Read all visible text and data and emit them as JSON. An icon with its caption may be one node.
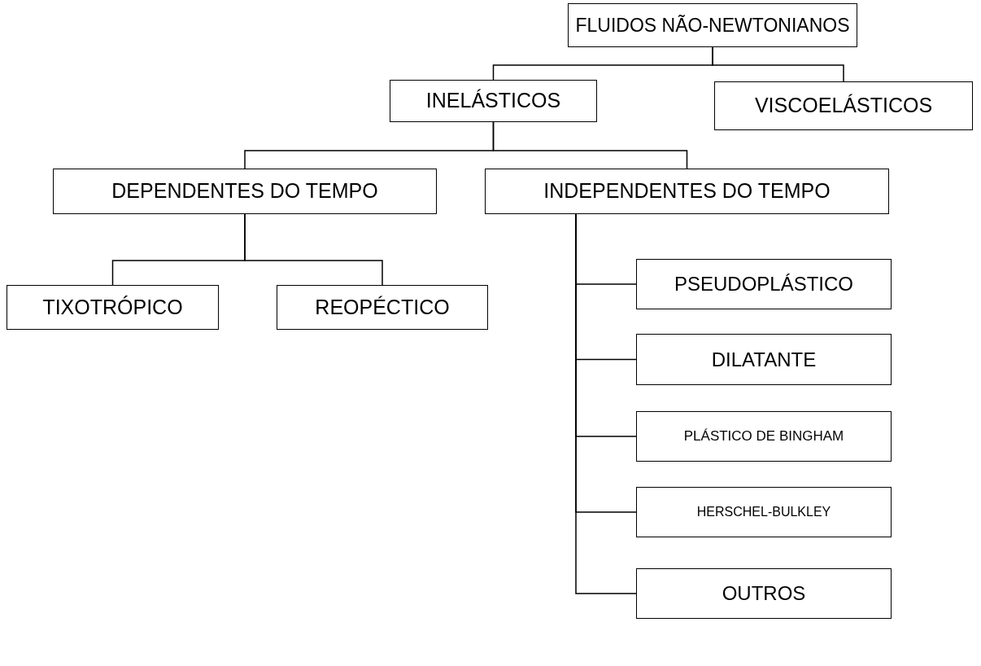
{
  "diagram": {
    "nodes": [
      {
        "text": [
          "FLUIDOS NÃO-NEWTONIANOS"
        ]
      },
      {
        "text": [
          "INELÁSTICOS"
        ]
      },
      {
        "text": [
          "VISCOELÁSTICOS"
        ]
      },
      {
        "text": [
          "DEPENDENTES DO TEMPO"
        ]
      },
      {
        "text": [
          "INDEPENDENTES DO TEMPO"
        ]
      },
      {
        "text": [
          "TIXOTRÓPICO"
        ]
      },
      {
        "text": [
          "REOPÉCTICO"
        ]
      },
      {
        "text": [
          "PSEUDOPLÁSTICO"
        ]
      },
      {
        "text": [
          "DILATANTE"
        ]
      },
      {
        "text": [
          "PLÁSTICO DE BINGHAM"
        ]
      },
      {
        "text": [
          "HERSCHEL-BULKLEY"
        ]
      },
      {
        "text": [
          "OUTROS"
        ]
      }
    ],
    "edges": [
      {
        "from": 0,
        "to": 1,
        "arrow": "none"
      },
      {
        "from": 0,
        "to": 2,
        "arrow": "none"
      },
      {
        "from": 1,
        "to": 3,
        "arrow": "none"
      },
      {
        "from": 1,
        "to": 4,
        "arrow": "none"
      },
      {
        "from": 3,
        "to": 5,
        "arrow": "none"
      },
      {
        "from": 3,
        "to": 6,
        "arrow": "none"
      },
      {
        "from": 4,
        "to": 7,
        "arrow": "none"
      },
      {
        "from": 4,
        "to": 8,
        "arrow": "none"
      },
      {
        "from": 4,
        "to": 9,
        "arrow": "none"
      },
      {
        "from": 4,
        "to": 10,
        "arrow": "none"
      },
      {
        "from": 4,
        "to": 11,
        "arrow": "none"
      }
    ]
  }
}
